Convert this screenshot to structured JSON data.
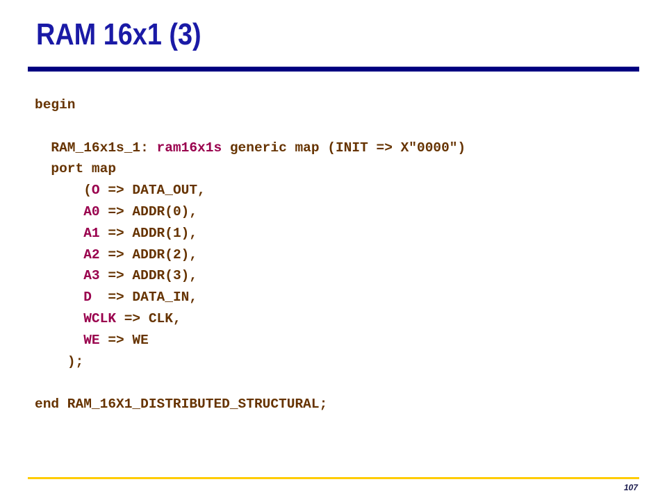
{
  "slide": {
    "title": "RAM 16x1 (3)",
    "page_number": "107"
  },
  "colors": {
    "title": "#1a1aa6",
    "top_rule": "#000080",
    "bottom_rule": "#ffcc00",
    "code_text": "#663300",
    "port_names": "#99004d"
  },
  "code": {
    "begin": "begin",
    "instance_label": "RAM_16x1s_1: ",
    "component": "ram16x1s",
    "generic_map": " generic map (INIT => X\"0000\")",
    "port_map": "port map",
    "ports": [
      {
        "prefix": "(",
        "name": "O",
        "rest": " => DATA_OUT,"
      },
      {
        "prefix": "",
        "name": "A0",
        "rest": " => ADDR(0),"
      },
      {
        "prefix": "",
        "name": "A1",
        "rest": " => ADDR(1),"
      },
      {
        "prefix": "",
        "name": "A2",
        "rest": " => ADDR(2),"
      },
      {
        "prefix": "",
        "name": "A3",
        "rest": " => ADDR(3),"
      },
      {
        "prefix": "",
        "name": "D",
        "rest": "  => DATA_IN,"
      },
      {
        "prefix": "",
        "name": "WCLK",
        "rest": " => CLK,"
      },
      {
        "prefix": "",
        "name": "WE",
        "rest": " => WE"
      }
    ],
    "close": ");",
    "end": "end RAM_16X1_DISTRIBUTED_STRUCTURAL;"
  }
}
